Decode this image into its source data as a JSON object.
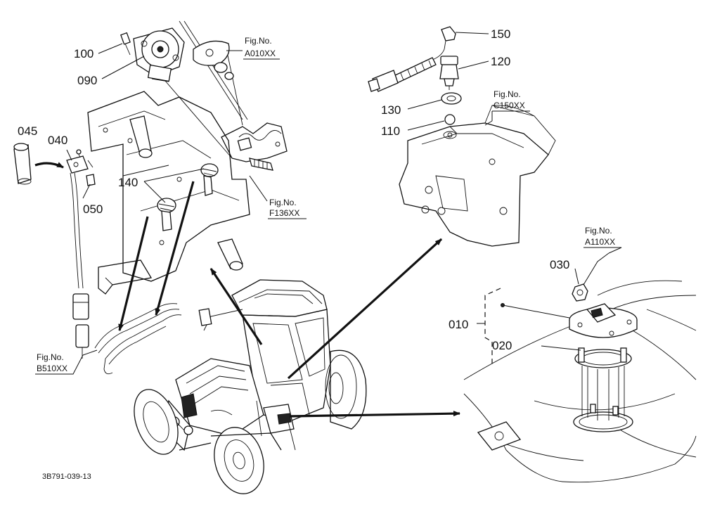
{
  "parts": {
    "p100": "100",
    "p090": "090",
    "p045": "045",
    "p040": "040",
    "p050": "050",
    "p140": "140",
    "p150": "150",
    "p120": "120",
    "p130": "130",
    "p110": "110",
    "p030": "030",
    "p010": "010",
    "p020": "020"
  },
  "figrefs": {
    "label": "Fig.No.",
    "a010": "A010XX",
    "f136": "F136XX",
    "c150": "C150XX",
    "a110": "A110XX",
    "b510": "B510XX"
  },
  "footer": {
    "drawing_no": "3B791-039-13"
  }
}
